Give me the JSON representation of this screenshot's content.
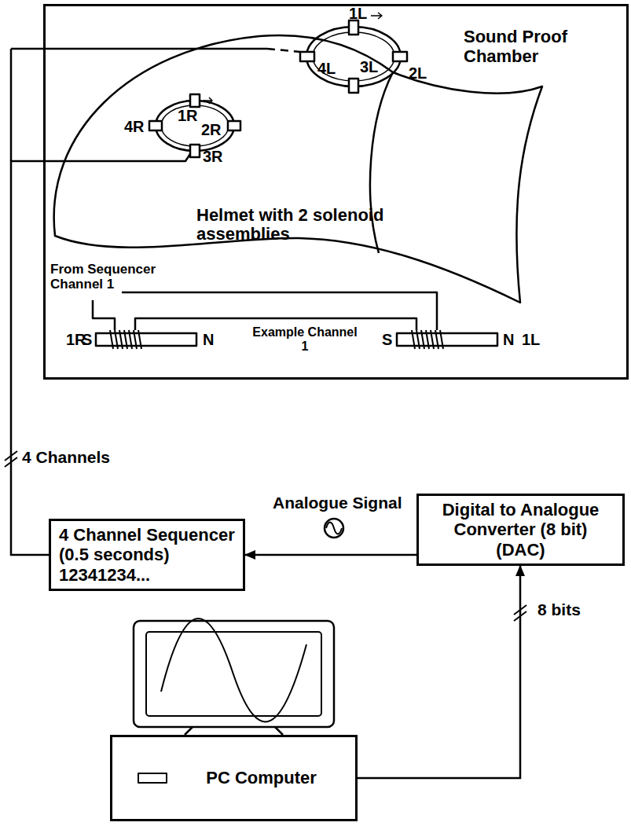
{
  "diagram": {
    "nodes": [
      {
        "text": [
          "Sound Proof Chamber"
        ]
      },
      {
        "text": [
          "4 Channel Sequencer (0.5 seconds) 12341234..."
        ]
      },
      {
        "text": [
          "Digital to Analogue Converter (8 bit) (DAC)"
        ]
      },
      {
        "text": [
          "PC Computer"
        ]
      }
    ],
    "edges": [
      {
        "from": 0,
        "to": 1,
        "arrow": "none",
        "label": "4 Channels"
      },
      {
        "from": 3,
        "to": 2,
        "arrow": "to",
        "label": "8 bits"
      },
      {
        "from": 2,
        "to": 1,
        "arrow": "to",
        "label": "Analogue Signal"
      }
    ],
    "labels": [
      "Helmet with 2 solenoid assemblies",
      "1L",
      "2L",
      "3L",
      "4L",
      "1R",
      "2R",
      "3R",
      "4R",
      "From Sequencer Channel 1",
      "1R",
      "S",
      "N",
      "Example Channel 1",
      "S",
      "N",
      "1L"
    ]
  }
}
